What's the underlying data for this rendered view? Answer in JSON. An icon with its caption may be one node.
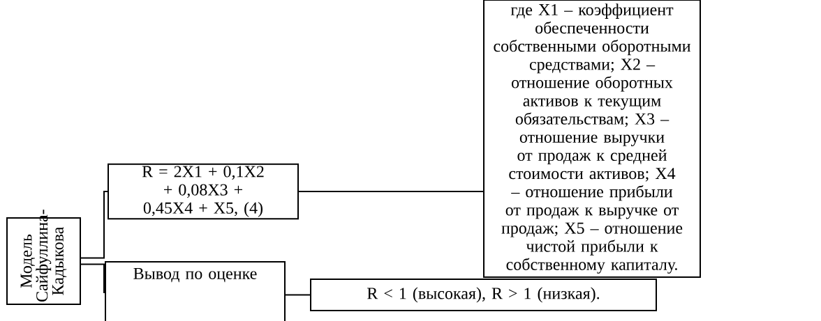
{
  "diagram": {
    "nodes": [
      {
        "text": [
          "Модель Сайфуллина-Кадыкова"
        ]
      },
      {
        "text": [
          "R = 2X1 + 0,1X2 + 0,08X3 + 0,45X4 + X5, (4)"
        ]
      },
      {
        "text": [
          "где X1 – коэффициент обеспеченности собственными оборотными средствами; X2 – отношение оборотных активов к текущим обязательствам; X3 – отношение выручки от продаж к средней стоимости активов; X4 – отношение прибыли от продаж к выручке от продаж; X5 – отношение чистой прибыли к собственному капиталу."
        ]
      },
      {
        "text": [
          "Вывод по оценке"
        ]
      },
      {
        "text": [
          "R < 1 (высокая), R > 1 (низкая)."
        ]
      }
    ],
    "edges": [
      {
        "from": 0,
        "to": 1,
        "arrow": "none"
      },
      {
        "from": 0,
        "to": 3,
        "arrow": "none"
      },
      {
        "from": 1,
        "to": 2,
        "arrow": "none"
      },
      {
        "from": 3,
        "to": 4,
        "arrow": "none"
      }
    ]
  }
}
